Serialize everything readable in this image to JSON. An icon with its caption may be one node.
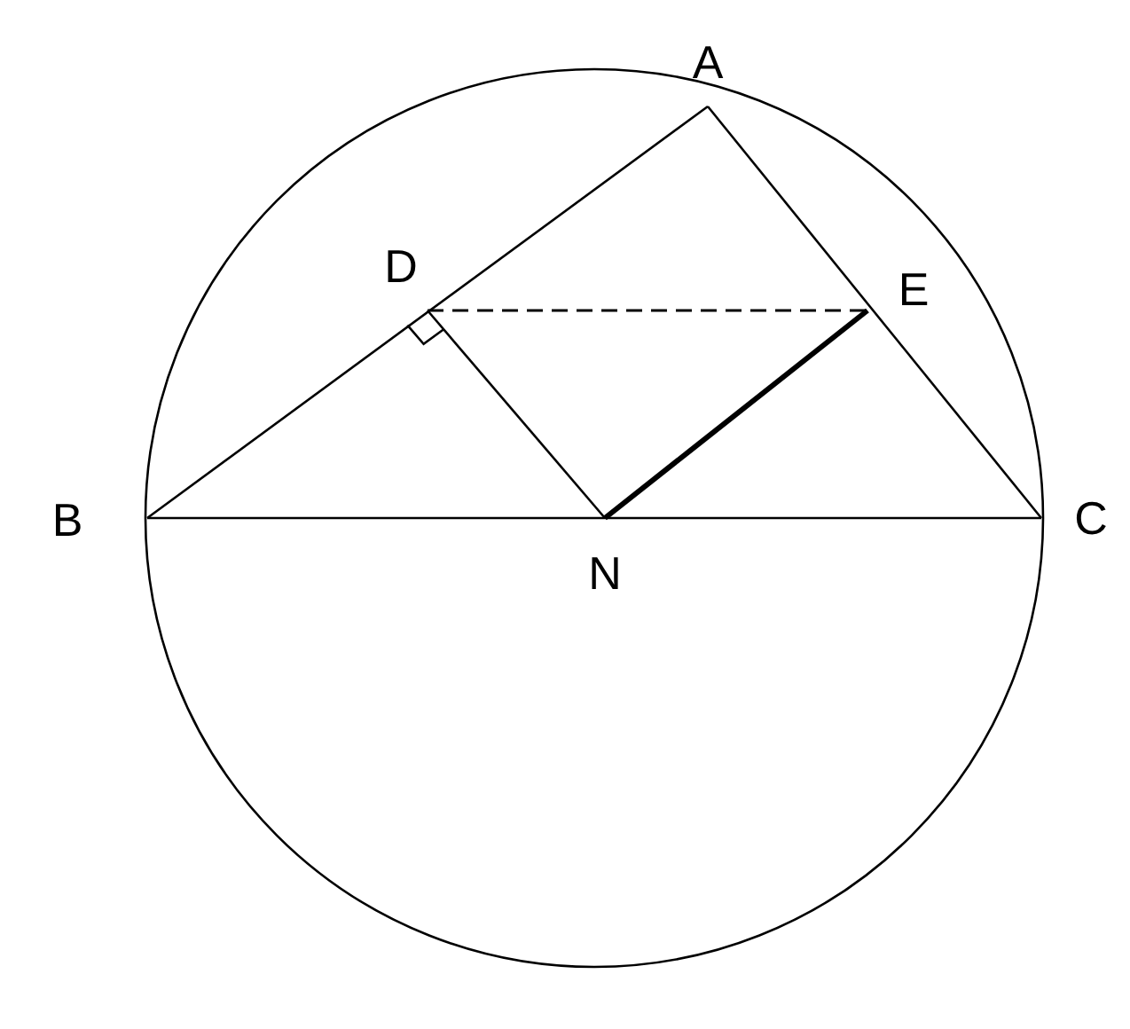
{
  "diagram": {
    "nodes": [
      {
        "text": [
          "A"
        ]
      },
      {
        "text": [
          "D"
        ]
      },
      {
        "text": [
          "E"
        ]
      },
      {
        "text": [
          "B"
        ]
      },
      {
        "text": [
          "N"
        ]
      },
      {
        "text": [
          "C"
        ]
      }
    ],
    "edges": [
      {
        "from": 3,
        "to": 0,
        "arrow": "none"
      },
      {
        "from": 0,
        "to": 5,
        "arrow": "none"
      },
      {
        "from": 3,
        "to": 5,
        "arrow": "none"
      },
      {
        "from": 1,
        "to": 4,
        "arrow": "none"
      },
      {
        "from": 4,
        "to": 2,
        "arrow": "none",
        "style": "thick"
      },
      {
        "from": 1,
        "to": 2,
        "arrow": "none",
        "style": "dashed"
      }
    ]
  }
}
